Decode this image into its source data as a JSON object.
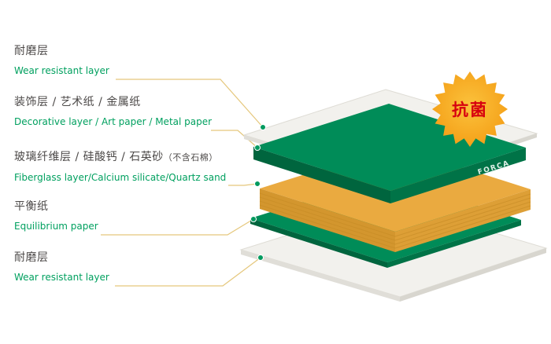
{
  "labels": [
    {
      "zh": "耐磨层",
      "en": "Wear resistant layer"
    },
    {
      "zh": "装饰层 / 艺术纸 / 金属纸",
      "en": "Decorative layer / Art paper / Metal paper"
    },
    {
      "zh": "玻璃纤维层 / 硅酸钙 / 石英砂",
      "zh_note": "（不含石棉）",
      "en": "Fiberglass layer/Calcium silicate/Quartz sand"
    },
    {
      "zh": "平衡纸",
      "en": "Equilibrium paper"
    },
    {
      "zh": "耐磨层",
      "en": "Wear resistant layer"
    }
  ],
  "badge": {
    "label": "抗菌",
    "text_color": "#d7000f",
    "fill_center": "#fbc23c",
    "fill_edge": "#f49d15"
  },
  "brand": {
    "label": "FORCA",
    "color": "#dff0e7"
  },
  "colors": {
    "zh_text": "#4c4948",
    "en_text": "#00a05f",
    "leader_line": "#e5c77c",
    "dot": "#009a5e",
    "white_sheet": "#f2f1ed",
    "white_sheet_edge_left": "#e0ded8",
    "white_sheet_edge_right": "#d8d6cf",
    "white_sheet_outline": "#dedcd5",
    "green_top": "#008c58",
    "green_edge_left": "#00653e",
    "green_edge_right": "#007347",
    "core_top": "#eaaa40",
    "core_edge_left": "#d3962e",
    "core_edge_right": "#dd9f36",
    "core_stripe": "#c78c26"
  }
}
